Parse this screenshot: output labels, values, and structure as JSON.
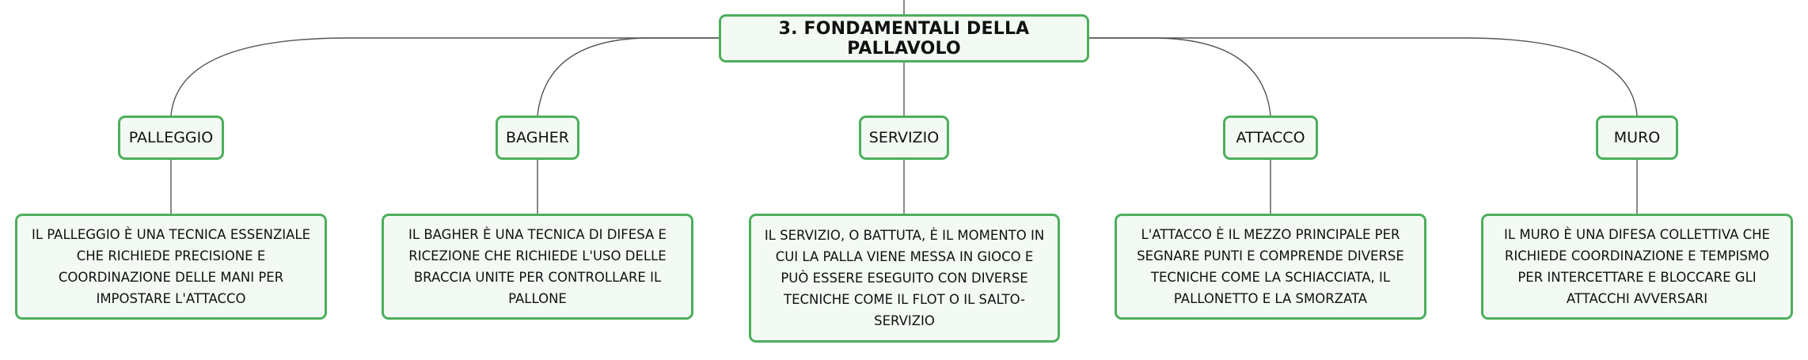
{
  "root": {
    "label": "3. FONDAMENTALI DELLA PALLAVOLO"
  },
  "topics": [
    {
      "label": "PALLEGGIO",
      "description": "IL PALLEGGIO È UNA TECNICA ESSENZIALE CHE RICHIEDE PRECISIONE E COORDINAZIONE DELLE MANI PER IMPOSTARE L'ATTACCO"
    },
    {
      "label": "BAGHER",
      "description": "IL BAGHER È UNA TECNICA DI DIFESA E RICEZIONE CHE RICHIEDE L'USO DELLE BRACCIA UNITE PER CONTROLLARE IL PALLONE"
    },
    {
      "label": "SERVIZIO",
      "description": "IL SERVIZIO, O BATTUTA, È IL MOMENTO IN CUI LA PALLA VIENE MESSA IN GIOCO E PUÒ ESSERE ESEGUITO CON DIVERSE TECNICHE COME IL FLOT O IL SALTO-SERVIZIO"
    },
    {
      "label": "ATTACCO",
      "description": "L'ATTACCO È IL MEZZO PRINCIPALE PER SEGNARE PUNTI E COMPRENDE DIVERSE TECNICHE COME LA SCHIACCIATA, IL PALLONETTO E LA SMORZATA"
    },
    {
      "label": "MURO",
      "description": "IL MURO È UNA DIFESA COLLETTIVA CHE RICHIEDE COORDINAZIONE E TEMPISMO PER INTERCETTARE E BLOCCARE GLI ATTACCHI AVVERSARI"
    }
  ],
  "colors": {
    "border": "#4caf5c",
    "fill": "#f3f9f3",
    "connector": "#555555"
  }
}
